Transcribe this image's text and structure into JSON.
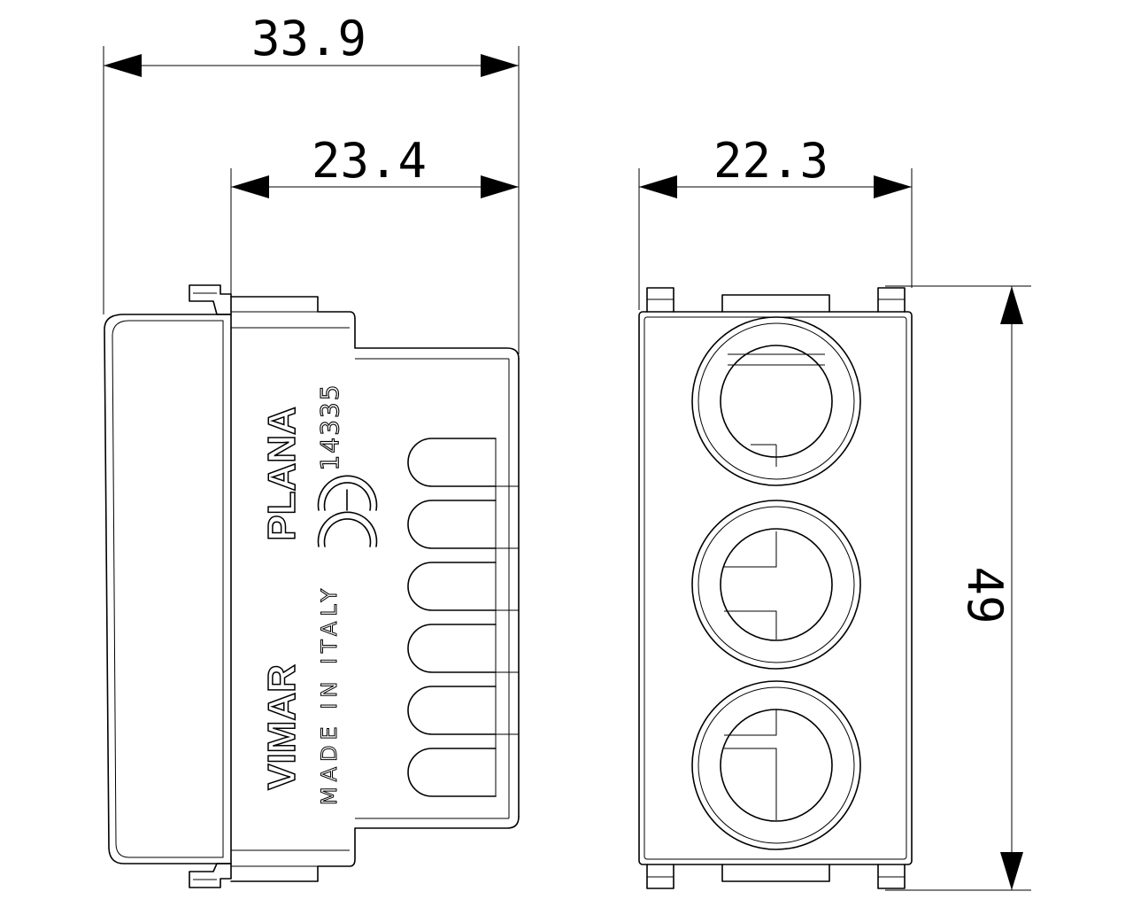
{
  "dimensions": {
    "overall_depth": "33.9",
    "body_depth": "23.4",
    "width": "22.3",
    "height": "49"
  },
  "side_view": {
    "brand": "VIMAR",
    "series": "PLANA",
    "origin": "MADE IN ITALY",
    "code": "14335",
    "mark": "CE"
  },
  "front_view": {
    "sockets": 3
  }
}
